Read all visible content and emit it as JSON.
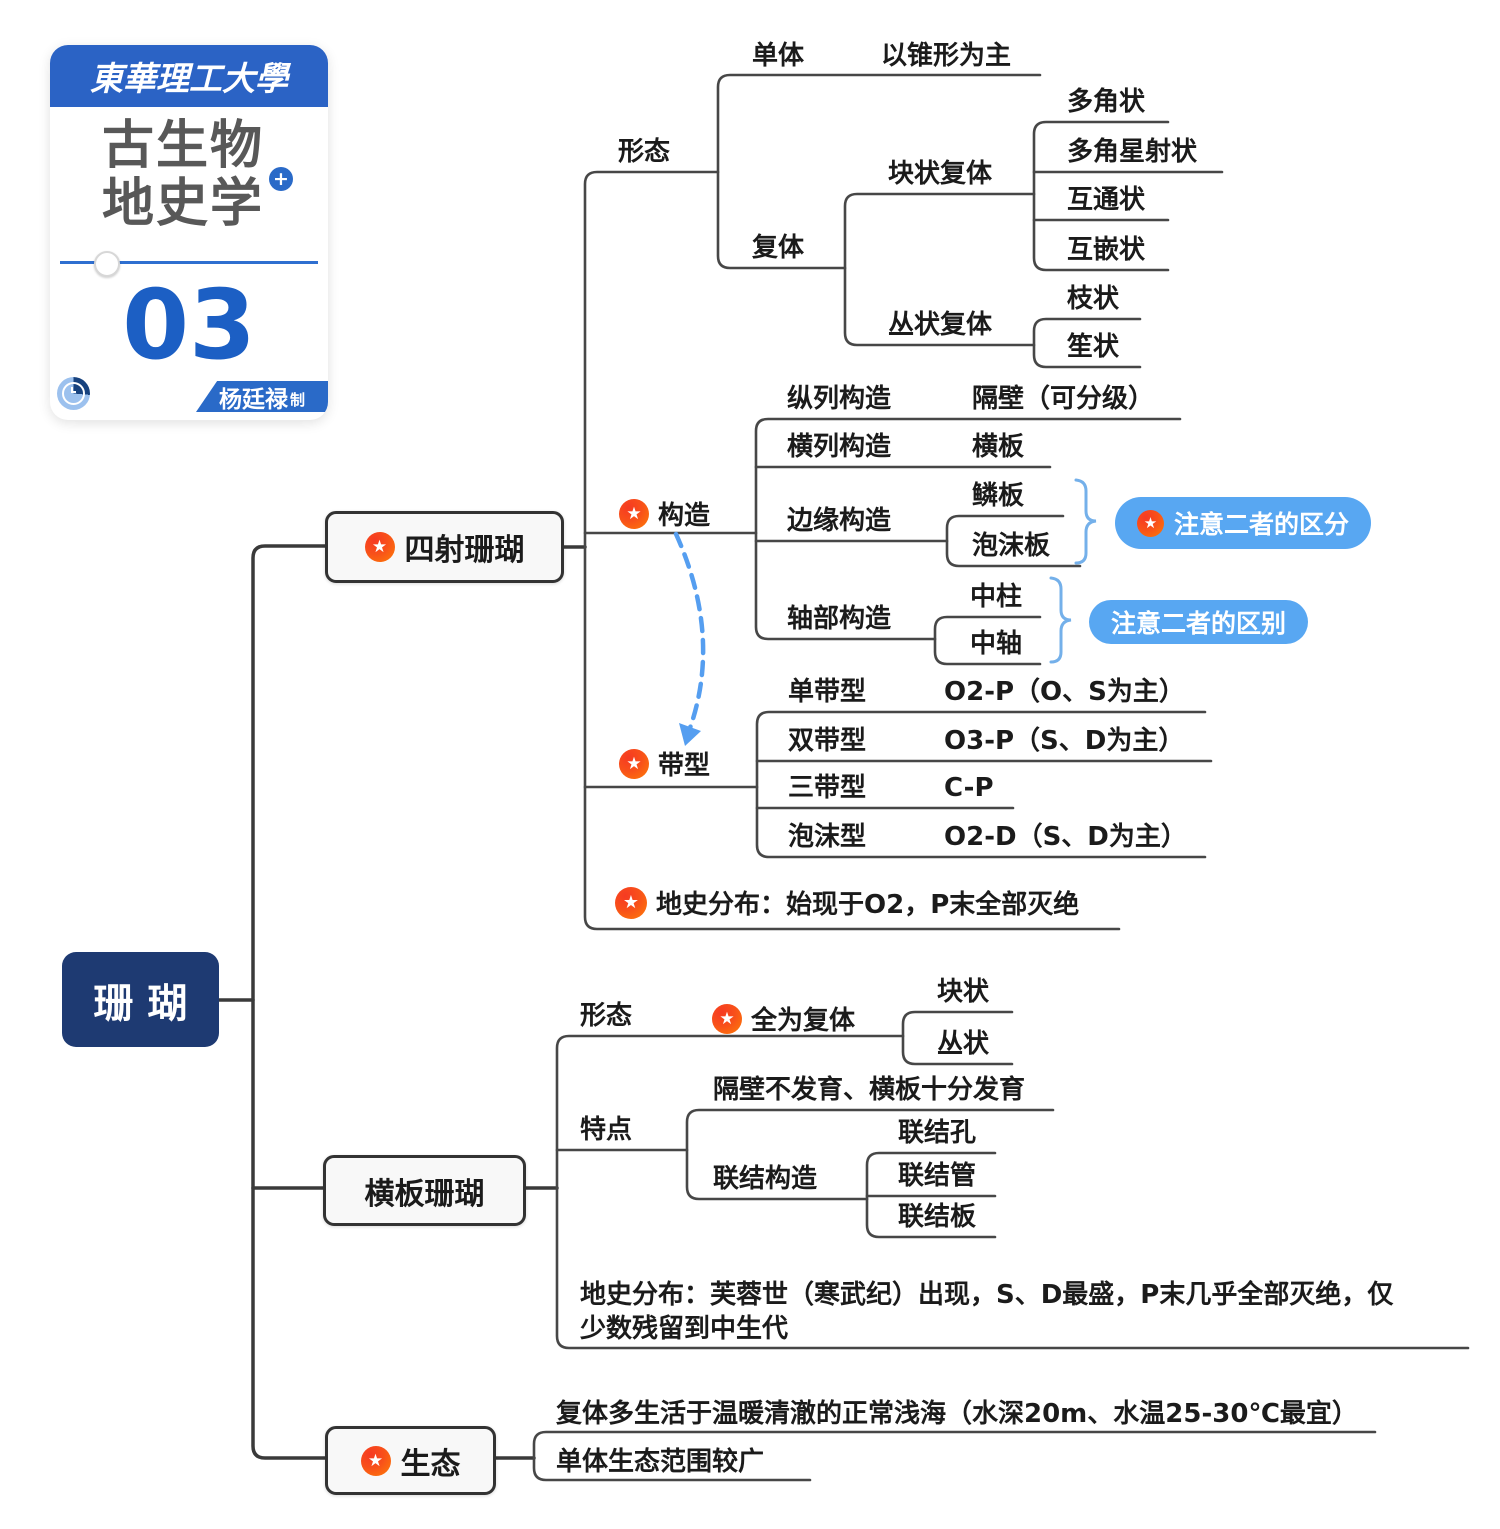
{
  "logo": {
    "university": "東華理工大學",
    "course_line1": "古生物",
    "course_line2": "地史学",
    "plus_sign": "+",
    "lesson_number": "03",
    "author": "杨廷禄",
    "author_suffix": "制"
  },
  "root": {
    "label": "珊瑚"
  },
  "rugosa": {
    "label": "四射珊瑚",
    "morphology": {
      "label": "形态",
      "solitary_label": "单体",
      "solitary_value": "以锥形为主",
      "compound_label": "复体",
      "massive_label": "块状复体",
      "massive_children": [
        "多角状",
        "多角星射状",
        "互通状",
        "互嵌状"
      ],
      "fasciculate_label": "丛状复体",
      "fasciculate_children": [
        "枝状",
        "笙状"
      ]
    },
    "structure": {
      "label": "构造",
      "row1_label": "纵列构造",
      "row1_value": "隔壁（可分级）",
      "row2_label": "横列构造",
      "row2_value": "横板",
      "row3_label": "边缘构造",
      "row3_children": [
        "鳞板",
        "泡沫板"
      ],
      "row4_label": "轴部构造",
      "row4_children": [
        "中柱",
        "中轴"
      ],
      "callout_distinction": "注意二者的区分",
      "callout_difference": "注意二者的区别"
    },
    "zone_type": {
      "label": "带型",
      "rows": [
        {
          "label": "单带型",
          "value": "O2-P（O、S为主）"
        },
        {
          "label": "双带型",
          "value": "O3-P（S、D为主）"
        },
        {
          "label": "三带型",
          "value": "C-P"
        },
        {
          "label": "泡沫型",
          "value": "O2-D（S、D为主）"
        }
      ]
    },
    "distribution": "地史分布：始现于O2，P末全部灭绝"
  },
  "tabulata": {
    "label": "横板珊瑚",
    "morphology_label": "形态",
    "all_compound": "全为复体",
    "morphology_children": [
      "块状",
      "丛状"
    ],
    "features_label": "特点",
    "septa_note": "隔壁不发育、横板十分发育",
    "connection_label": "联结构造",
    "connection_children": [
      "联结孔",
      "联结管",
      "联结板"
    ],
    "distribution_line1": "地史分布：芙蓉世（寒武纪）出现，S、D最盛，P末几乎全部灭绝，仅",
    "distribution_line2": "少数残留到中生代"
  },
  "ecology": {
    "label": "生态",
    "item1": "复体多生活于温暖清澈的正常浅海（水深20m、水温25-30℃最宜）",
    "item2": "单体生态范围较广"
  }
}
